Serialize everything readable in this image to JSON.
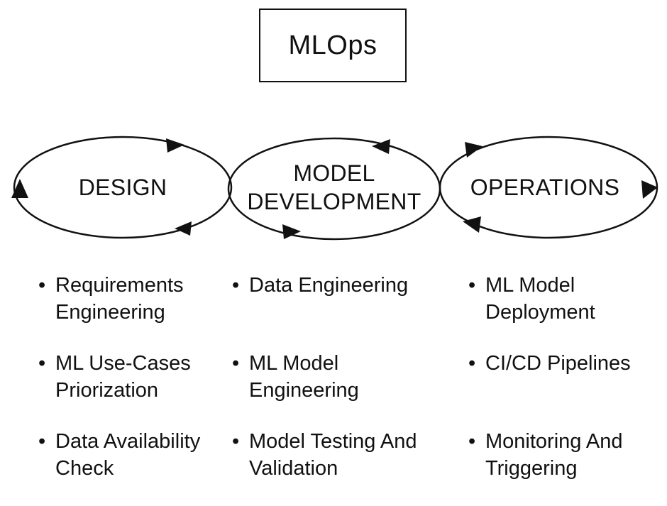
{
  "title": "MLOps",
  "phases": [
    {
      "name_lines": [
        "DESIGN"
      ],
      "items": [
        "Requirements Engineering",
        "ML Use-Cases Priorization",
        "Data Availability Check"
      ]
    },
    {
      "name_lines": [
        "MODEL",
        "DEVELOPMENT"
      ],
      "items": [
        "Data Engineering",
        "ML Model Engineering",
        "Model Testing And Validation"
      ]
    },
    {
      "name_lines": [
        "OPERATIONS"
      ],
      "items": [
        "ML Model Deployment",
        "CI/CD Pipelines",
        "Monitoring And Triggering"
      ]
    }
  ],
  "colors": {
    "line": "#111111",
    "background": "#ffffff"
  }
}
